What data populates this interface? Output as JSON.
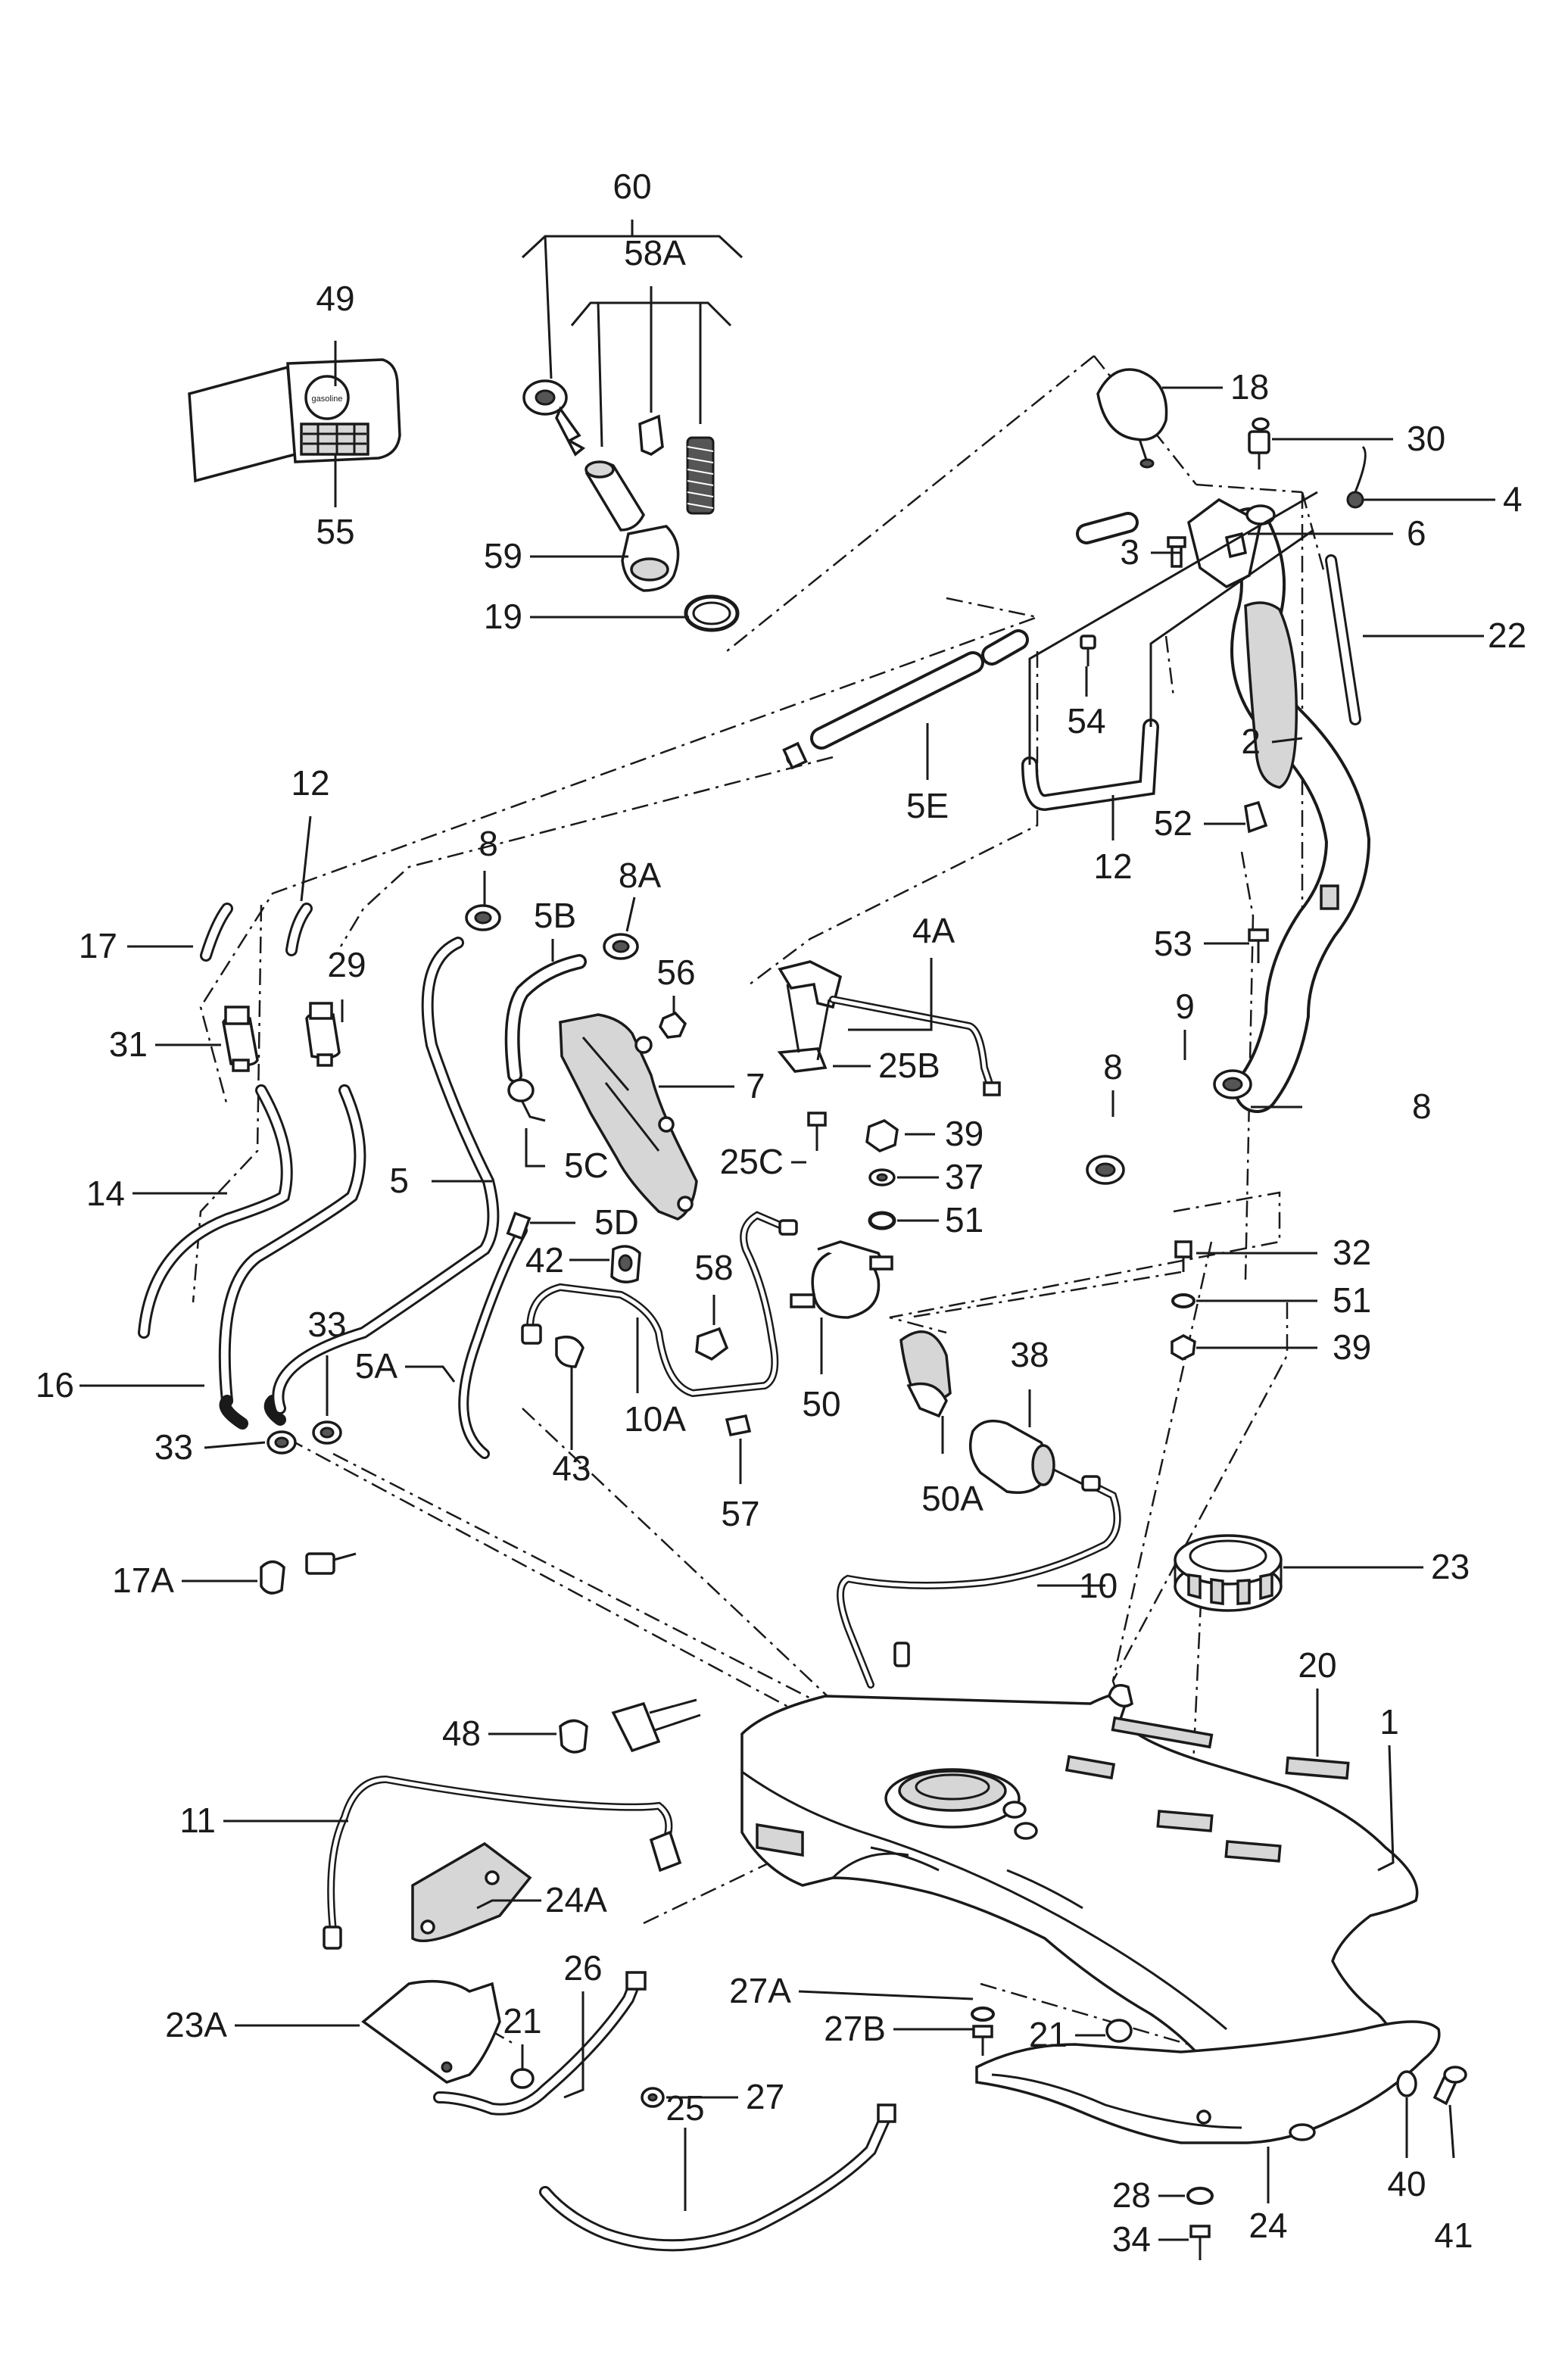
{
  "labels": {
    "l60": "60",
    "l58A": "58A",
    "l49": "49",
    "l55": "55",
    "l59": "59",
    "l19": "19",
    "l18": "18",
    "l30": "30",
    "l4": "4",
    "l3": "3",
    "l6": "6",
    "l22": "22",
    "l54": "54",
    "l2": "2",
    "l5E": "5E",
    "l12a": "12",
    "l12b": "12",
    "l52": "52",
    "l53": "53",
    "l17": "17",
    "l29": "29",
    "l31": "31",
    "l8a": "8",
    "l8A": "8A",
    "l5B": "5B",
    "l56": "56",
    "l4A": "4A",
    "l25B": "25B",
    "l7": "7",
    "l9": "9",
    "l8b": "8",
    "l8c": "8",
    "l14": "14",
    "l5": "5",
    "l5C": "5C",
    "l25C": "25C",
    "l39a": "39",
    "l37": "37",
    "l51a": "51",
    "l5D": "5D",
    "l42": "42",
    "l58": "58",
    "l32": "32",
    "l51b": "51",
    "l39b": "39",
    "l16": "16",
    "l33a": "33",
    "l33b": "33",
    "l5A": "5A",
    "l43": "43",
    "l10A": "10A",
    "l50": "50",
    "l38": "38",
    "l57": "57",
    "l50A": "50A",
    "l17A": "17A",
    "l10": "10",
    "l23": "23",
    "l20": "20",
    "l1": "1",
    "l48": "48",
    "l11": "11",
    "l24A": "24A",
    "l26": "26",
    "l27A": "27A",
    "l23A": "23A",
    "l21a": "21",
    "l27B": "27B",
    "l21b": "21",
    "l27": "27",
    "l25": "25",
    "l28": "28",
    "l34": "34",
    "l24": "24",
    "l40": "40",
    "l41": "41"
  },
  "filler_cap_text": "gasoline",
  "colors": {
    "line": "#1a1a1a",
    "background": "#ffffff",
    "shade": "#d6d6d6"
  }
}
